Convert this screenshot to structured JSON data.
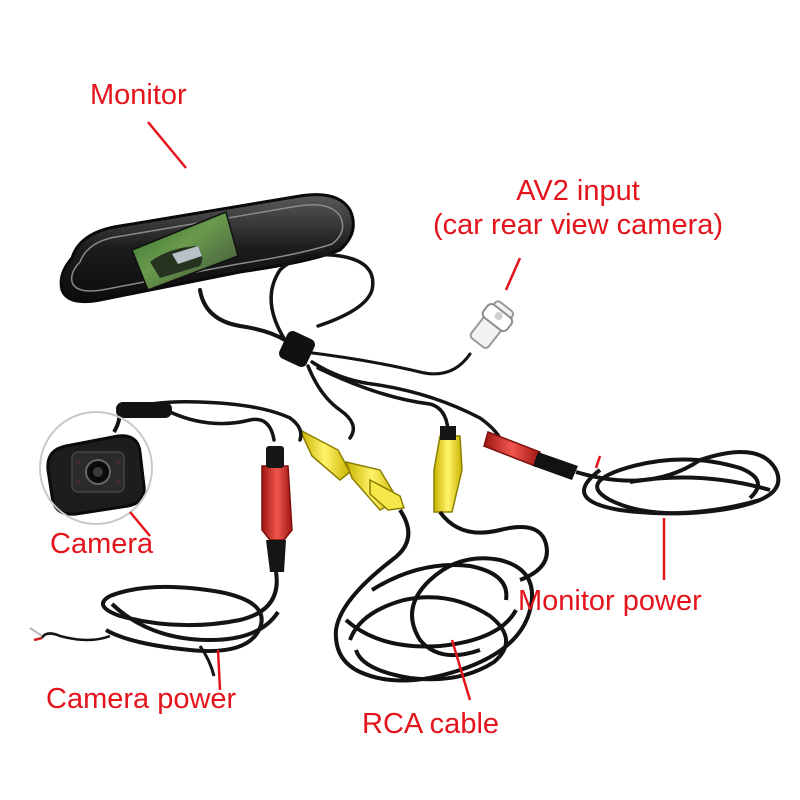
{
  "label_color": "#e3141b",
  "cable_color": "#141414",
  "rca_yellow": "#f4e11a",
  "rca_red": "#d8231f",
  "rca_white": "#f2f2f2",
  "labels": {
    "monitor": "Monitor",
    "av2_line1": "AV2 input",
    "av2_line2": "(car rear view camera)",
    "camera": "Camera",
    "monitor_power": "Monitor power",
    "camera_power": "Camera power",
    "rca_cable": "RCA cable"
  }
}
